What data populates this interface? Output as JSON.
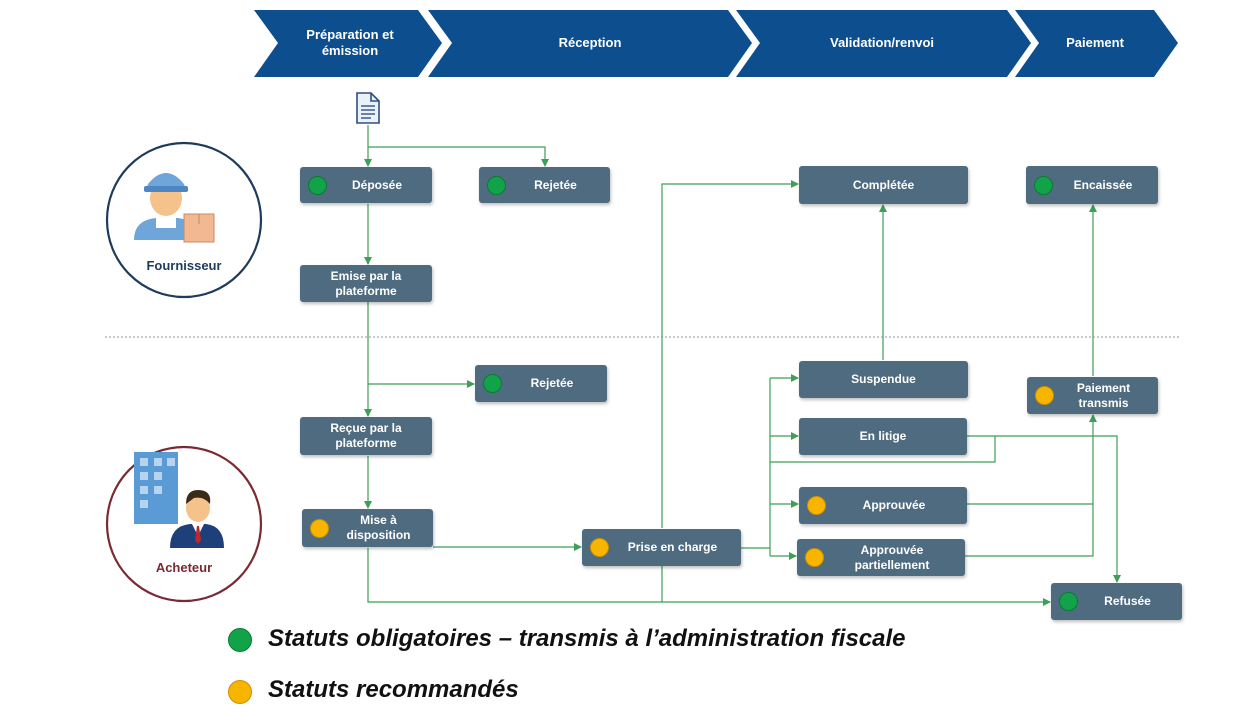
{
  "phases": [
    {
      "id": "prep",
      "label": "Préparation et émission"
    },
    {
      "id": "reception",
      "label": "Réception"
    },
    {
      "id": "validation",
      "label": "Validation/renvoi"
    },
    {
      "id": "paiement",
      "label": "Paiement"
    }
  ],
  "actors": {
    "supplier": {
      "label": "Fournisseur"
    },
    "buyer": {
      "label": "Acheteur"
    }
  },
  "statuses": {
    "deposee": {
      "label": "Déposée",
      "kind": "mandatory"
    },
    "rejetee_top": {
      "label": "Rejetée",
      "kind": "mandatory"
    },
    "emise": {
      "label": "Emise par la plateforme",
      "kind": "none"
    },
    "rejetee_mid": {
      "label": "Rejetée",
      "kind": "mandatory"
    },
    "recue": {
      "label": "Reçue par la plateforme",
      "kind": "none"
    },
    "mise": {
      "label": "Mise à disposition",
      "kind": "recommended"
    },
    "prise": {
      "label": "Prise en charge",
      "kind": "recommended"
    },
    "completee": {
      "label": "Complétée",
      "kind": "none"
    },
    "suspendue": {
      "label": "Suspendue",
      "kind": "none"
    },
    "litige": {
      "label": "En litige",
      "kind": "none"
    },
    "approuvee": {
      "label": "Approuvée",
      "kind": "recommended"
    },
    "partiel": {
      "label": "Approuvée partiellement",
      "kind": "recommended"
    },
    "encaissee": {
      "label": "Encaissée",
      "kind": "mandatory"
    },
    "paiement": {
      "label": "Paiement transmis",
      "kind": "recommended"
    },
    "refusee": {
      "label": "Refusée",
      "kind": "mandatory"
    }
  },
  "legend": {
    "mandatory": "Statuts obligatoires – transmis à l’administration fiscale",
    "recommended": "Statuts recommandés"
  },
  "colors": {
    "phase_banner": "#0d4e8f",
    "box": "#4f6b80",
    "connector": "#3f9e57",
    "mandatory": "#12a24a",
    "recommended": "#f7b500",
    "supplier_ring": "#1f3b5c",
    "buyer_ring": "#7a2a32"
  },
  "icons": {
    "document": "document-icon",
    "supplier": "delivery-person-icon",
    "buyer": "businessman-building-icon"
  }
}
